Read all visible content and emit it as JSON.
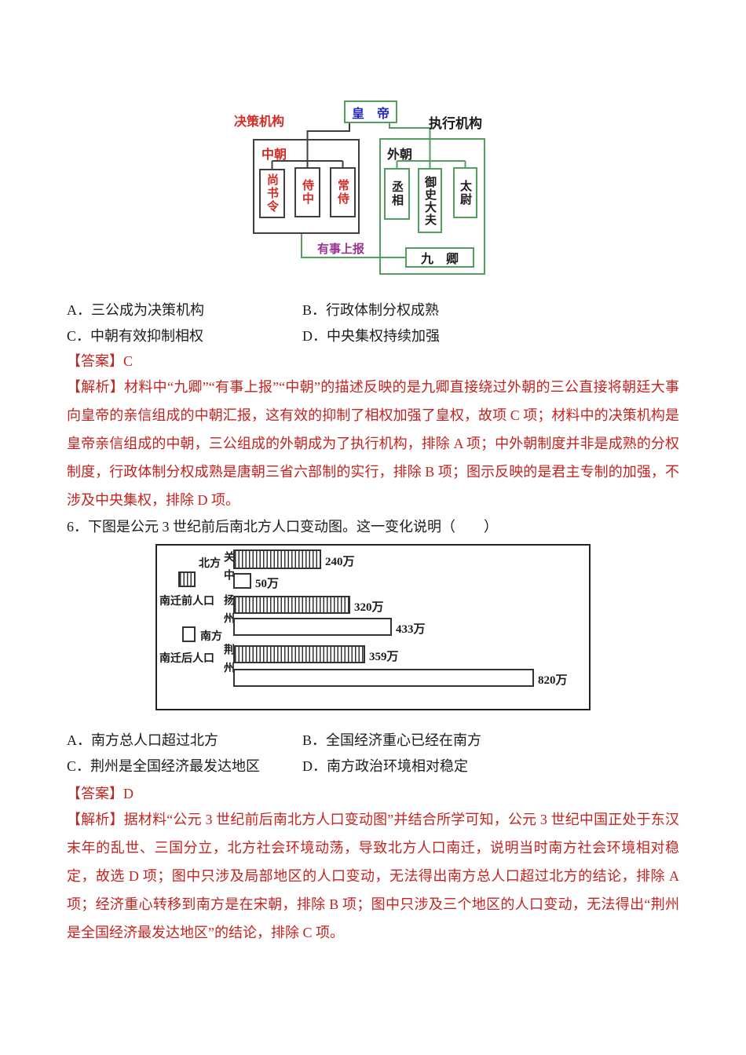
{
  "colors": {
    "answer_red": "#c5231f",
    "diagram_red": "#d42a24",
    "emperor_blue": "#2626c4",
    "diagram_green": "#53a05e",
    "report_purple": "#993392",
    "line_dark": "#3f3f3f"
  },
  "question5": {
    "diagram": {
      "decision_label": "决策机构",
      "executive_label": "执行机构",
      "emperor": "皇　帝",
      "inner_court": {
        "title": "中朝",
        "members": [
          "尚书令",
          "侍中",
          "常侍"
        ]
      },
      "outer_court": {
        "title": "外朝",
        "members": [
          "丞相",
          "御史大夫",
          "太尉"
        ]
      },
      "nine_ministers": "九　卿",
      "report_label": "有事上报"
    },
    "options": [
      "A．三公成为决策机构",
      "B．行政体制分权成熟",
      "C．中朝有效抑制相权",
      "D．中央集权持续加强"
    ],
    "answer": "【答案】C",
    "analysis": "【解析】材料中“九卿”“有事上报”“中朝”的描述反映的是九卿直接绕过外朝的三公直接将朝廷大事向皇帝的亲信组成的中朝汇报，这有效的抑制了相权加强了皇权，故项 C 项；材料中的决策机构是皇帝亲信组成的中朝，三公组成的外朝成为了执行机构，排除 A 项；中外朝制度并非是成熟的分权制度，行政体制分权成熟是唐朝三省六部制的实行，排除 B 项；图示反映的是君主专制的加强，不涉及中央集权，排除 D 项。"
  },
  "question6": {
    "stem": "6．下图是公元 3 世纪前后南北方人口变动图。这一变化说明（　　）",
    "options": [
      "A．南方总人口超过北方",
      "B．全国经济重心已经在南方",
      "C．荆州是全国经济最发达地区",
      "D．南方政治环境相对稳定"
    ],
    "answer": "【答案】D",
    "analysis": "【解析】据材料“公元 3 世纪前后南北方人口变动图”并结合所学可知，公元 3 世纪中国正处于东汉末年的乱世、三国分立，北方社会环境动荡，导致北方人口南迁，说明当时南方社会环境相对稳定，故选 D 项；图中只涉及局部地区的人口变动，无法得出南方总人口超过北方的结论，排除 A 项；经济重心转移到南方是在宋朝，排除 B 项；图中只涉及三个地区的人口变动，无法得出“荆州是全国经济最发达地区”的结论，排除 C 项。"
  },
  "chart_data": {
    "type": "bar",
    "orientation": "horizontal",
    "categories": [
      "关中",
      "扬州",
      "荆州"
    ],
    "region_groups": [
      "北方",
      "南方"
    ],
    "series": [
      {
        "name": "南迁前人口",
        "style": "hatched",
        "values": [
          240,
          320,
          359
        ],
        "labels": [
          "240万",
          "320万",
          "359万"
        ]
      },
      {
        "name": "南迁后人口",
        "style": "white",
        "values": [
          50,
          433,
          820
        ],
        "labels": [
          "50万",
          "433万",
          "820万"
        ]
      }
    ],
    "unit": "万",
    "xlim": [
      0,
      880
    ]
  }
}
